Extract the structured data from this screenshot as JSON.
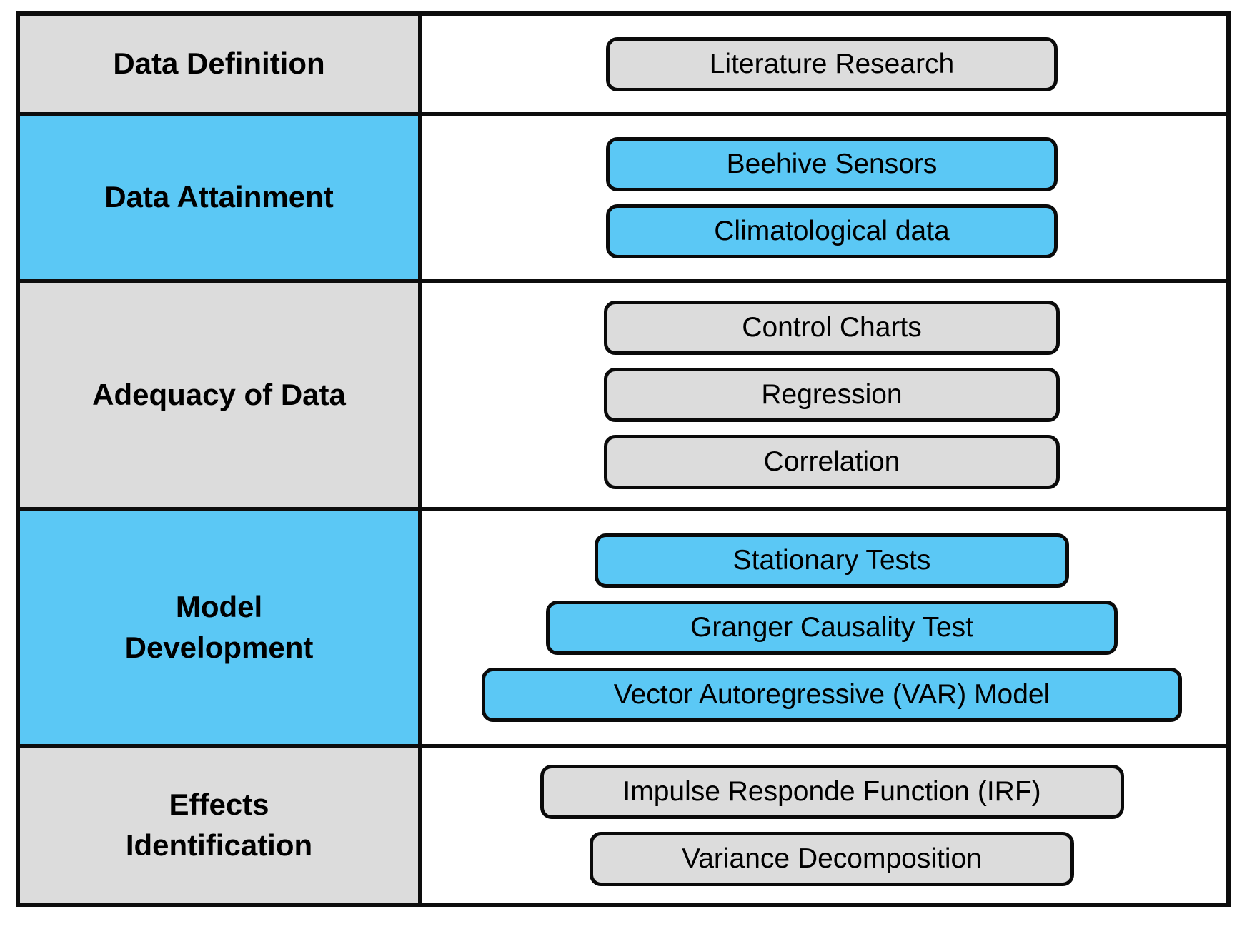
{
  "palette": {
    "stage_blue": "#5BC8F5",
    "stage_gray": "#DCDCDC",
    "line_color": "#0D0D0D",
    "background": "#FFFFFF",
    "text_color": "#000000"
  },
  "diagram": {
    "rows": [
      {
        "stage": "Data Definition",
        "tone": "gray",
        "methods": [
          "Literature Research"
        ]
      },
      {
        "stage": "Data Attainment",
        "tone": "blue",
        "methods": [
          "Beehive Sensors",
          "Climatological data"
        ]
      },
      {
        "stage": "Adequacy of Data",
        "tone": "gray",
        "methods": [
          "Control Charts",
          "Regression",
          "Correlation"
        ]
      },
      {
        "stage": "Model\nDevelopment",
        "tone": "blue",
        "methods": [
          "Stationary Tests",
          "Granger Causality Test",
          "Vector Autoregressive (VAR) Model"
        ]
      },
      {
        "stage": "Effects\nIdentification",
        "tone": "gray",
        "methods": [
          "Impulse Responde Function (IRF)",
          "Variance Decomposition"
        ]
      }
    ]
  }
}
